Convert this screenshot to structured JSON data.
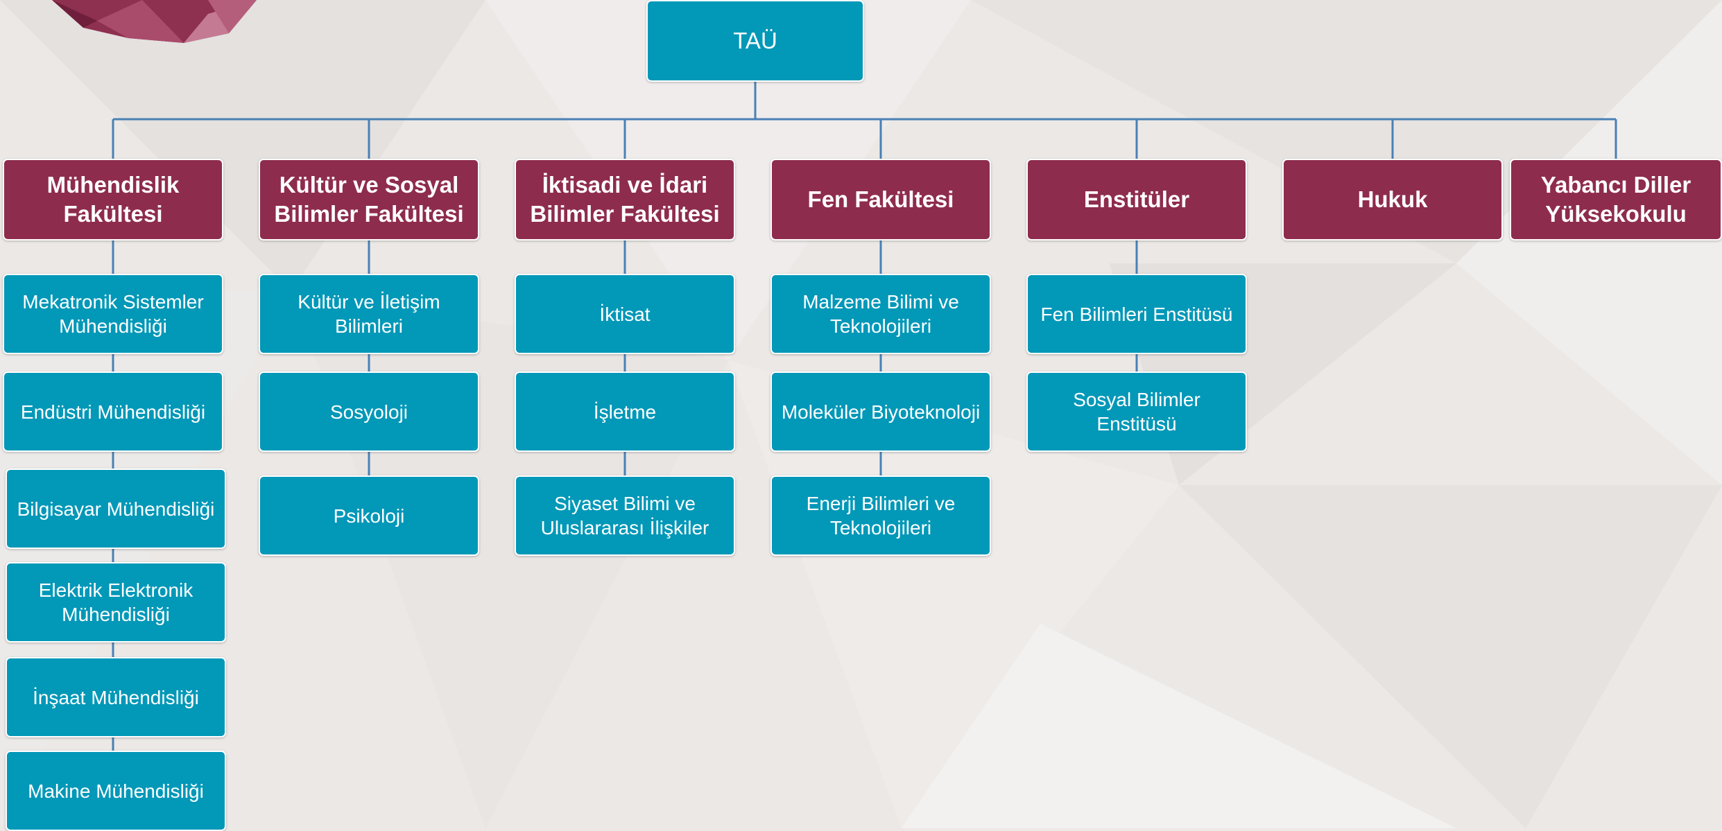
{
  "colors": {
    "root_fill": "#0298b8",
    "faculty_fill": "#8e2c4e",
    "department_fill": "#0298b8",
    "connector": "#4a80b4",
    "text": "#ffffff",
    "background": "#ebe8e6"
  },
  "diagram": {
    "type": "org-chart",
    "root": "TAÜ",
    "faculties": [
      {
        "label": "Mühendislik Fakültesi",
        "departments": [
          "Mekatronik Sistemler Mühendisliği",
          "Endüstri Mühendisliği",
          "Bilgisayar Mühendisliği",
          "Elektrik Elektronik Mühendisliği",
          "İnşaat Mühendisliği",
          "Makine Mühendisliği"
        ]
      },
      {
        "label": "Kültür ve Sosyal Bilimler Fakültesi",
        "departments": [
          "Kültür ve İletişim Bilimleri",
          "Sosyoloji",
          "Psikoloji"
        ]
      },
      {
        "label": "İktisadi ve İdari Bilimler Fakültesi",
        "departments": [
          "İktisat",
          "İşletme",
          "Siyaset Bilimi ve Uluslararası İlişkiler"
        ]
      },
      {
        "label": "Fen Fakültesi",
        "departments": [
          "Malzeme Bilimi ve Teknolojileri",
          "Moleküler Biyoteknoloji",
          "Enerji Bilimleri ve Teknolojileri"
        ]
      },
      {
        "label": "Enstitüler",
        "departments": [
          "Fen Bilimleri Enstitüsü",
          "Sosyal Bilimler Enstitüsü"
        ]
      },
      {
        "label": "Hukuk",
        "departments": []
      },
      {
        "label": "Yabancı Diller Yüksekokulu",
        "departments": []
      }
    ]
  }
}
